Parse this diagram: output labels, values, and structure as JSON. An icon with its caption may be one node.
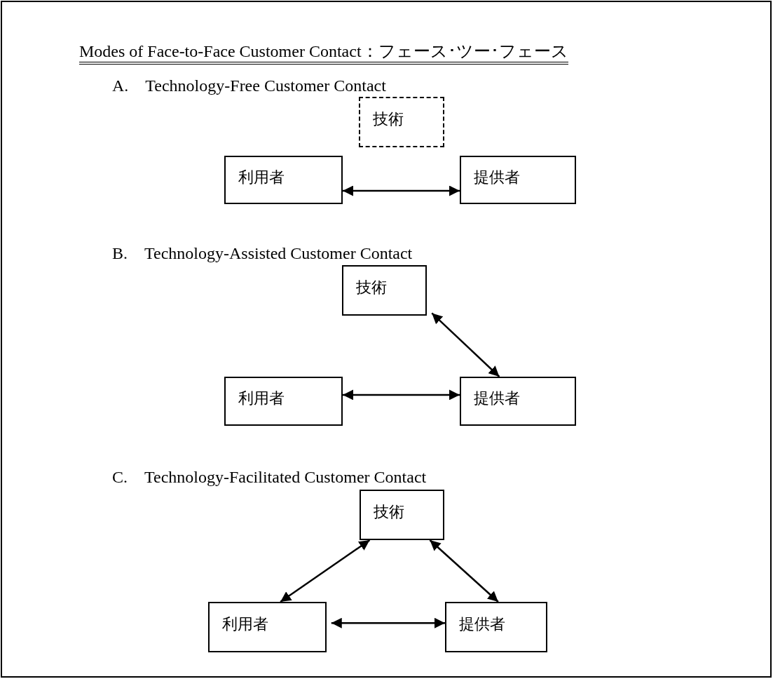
{
  "diagram": {
    "title": "Modes of Face-to-Face Customer Contact：フェース･ツー･フェース",
    "nodes": [
      {
        "text": [
          "技術"
        ]
      },
      {
        "text": [
          "利用者"
        ]
      },
      {
        "text": [
          "提供者"
        ]
      },
      {
        "text": [
          "技術"
        ]
      },
      {
        "text": [
          "利用者"
        ]
      },
      {
        "text": [
          "提供者"
        ]
      },
      {
        "text": [
          "技術"
        ]
      },
      {
        "text": [
          "利用者"
        ]
      },
      {
        "text": [
          "提供者"
        ]
      }
    ],
    "edges": [
      {
        "from": 1,
        "to": 2,
        "arrow": "both"
      },
      {
        "from": 3,
        "to": 5,
        "arrow": "both"
      },
      {
        "from": 4,
        "to": 5,
        "arrow": "both"
      },
      {
        "from": 7,
        "to": 6,
        "arrow": "both"
      },
      {
        "from": 8,
        "to": 6,
        "arrow": "both"
      },
      {
        "from": 7,
        "to": 8,
        "arrow": "both"
      }
    ],
    "labels": [
      "A.　Technology-Free Customer Contact",
      "B.　Technology-Assisted Customer Contact",
      "C.　Technology-Facilitated Customer Contact"
    ]
  }
}
